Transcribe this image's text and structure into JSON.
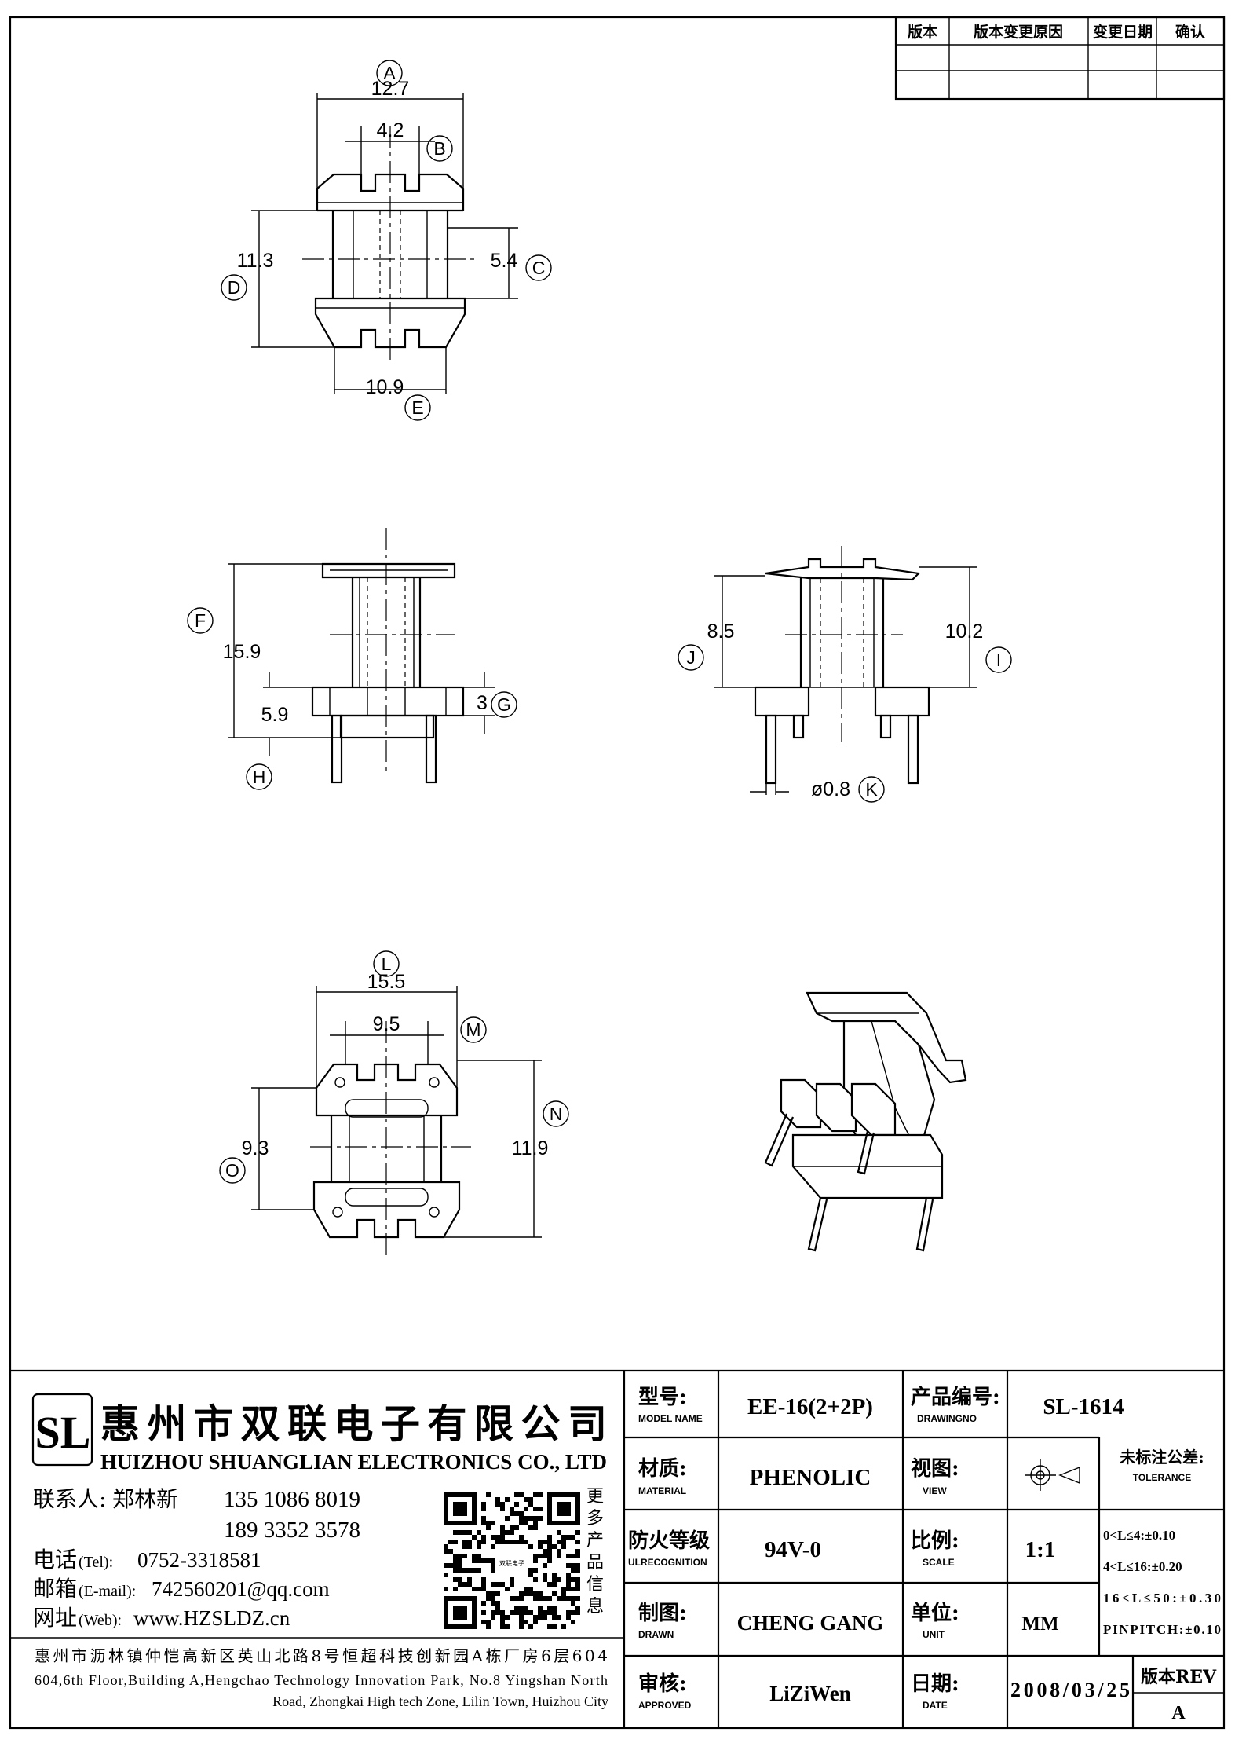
{
  "revision_table": {
    "headers": [
      "版本",
      "版本变更原因",
      "变更日期",
      "确认"
    ]
  },
  "dimensions": {
    "A": {
      "label": "A",
      "value": "12.7"
    },
    "B": {
      "label": "B",
      "value": "4.2"
    },
    "C": {
      "label": "C",
      "value": "5.4"
    },
    "D": {
      "label": "D",
      "value": "11.3"
    },
    "E": {
      "label": "E",
      "value": "10.9"
    },
    "F": {
      "label": "F",
      "value": "15.9"
    },
    "G": {
      "label": "G",
      "value": "3"
    },
    "H": {
      "label": "H",
      "value": "5.9"
    },
    "I": {
      "label": "I",
      "value": "10.2"
    },
    "J": {
      "label": "J",
      "value": "8.5"
    },
    "K": {
      "label": "K",
      "value": "ø0.8"
    },
    "L": {
      "label": "L",
      "value": "15.5"
    },
    "M": {
      "label": "M",
      "value": "9.5"
    },
    "N": {
      "label": "N",
      "value": "11.9"
    },
    "O": {
      "label": "O",
      "value": "9.3"
    }
  },
  "company": {
    "logo_text": "SL",
    "name_cn": "惠州市双联电子有限公司",
    "name_en": "HUIZHOU SHUANGLIAN ELECTRONICS CO., LTD",
    "contact_label": "联系人:",
    "contact_name": "郑林新",
    "phone1": "135 1086 8019",
    "phone2": "189 3352 3578",
    "tel_label": "电话",
    "tel_sub": "(Tel):",
    "tel": "0752-3318581",
    "mail_label": "邮箱",
    "mail_sub": "(E-mail):",
    "mail": "742560201@qq.com",
    "web_label": "网址",
    "web_sub": "(Web):",
    "web": "www.HZSLDZ.cn",
    "qr_caption": "更多产品信息",
    "qr_center": "双联电子",
    "address_cn": "惠州市沥林镇仲恺高新区英山北路8号恒超科技创新园A栋厂房6层604",
    "address_en_1": "604,6th Floor,Building A,Hengchao Technology Innovation Park, No.8 Yingshan North",
    "address_en_2": "Road, Zhongkai High tech Zone, Lilin Town, Huizhou City"
  },
  "title_block": {
    "model_label_cn": "型号:",
    "model_label_en": "MODEL NAME",
    "model_value": "EE-16(2+2P)",
    "drawingno_label_cn": "产品编号:",
    "drawingno_label_en": "DRAWINGNO",
    "drawingno_value": "SL-1614",
    "material_label_cn": "材质:",
    "material_label_en": "MATERIAL",
    "material_value": "PHENOLIC",
    "view_label_cn": "视图:",
    "view_label_en": "VIEW",
    "tolerance_label_cn": "未标注公差:",
    "tolerance_label_en": "TOLERANCE",
    "tolerance_1": "0<L≤4:±0.10",
    "tolerance_2": "4<L≤16:±0.20",
    "tolerance_3": "16<L≤50:±0.30",
    "tolerance_4": "PINPITCH:±0.10",
    "fire_label_cn": "防火等级",
    "fire_label_en": "ULRECOGNITION",
    "fire_value": "94V-0",
    "scale_label_cn": "比例:",
    "scale_label_en": "SCALE",
    "scale_value": "1:1",
    "drawn_label_cn": "制图:",
    "drawn_label_en": "DRAWN",
    "drawn_value": "CHENG GANG",
    "unit_label_cn": "单位:",
    "unit_label_en": "UNIT",
    "unit_value": "MM",
    "approved_label_cn": "审核:",
    "approved_label_en": "APPROVED",
    "approved_value": "LiZiWen",
    "date_label_cn": "日期:",
    "date_label_en": "DATE",
    "date_value": "2008/03/25",
    "rev_label": "版本REV",
    "rev_value": "A"
  }
}
